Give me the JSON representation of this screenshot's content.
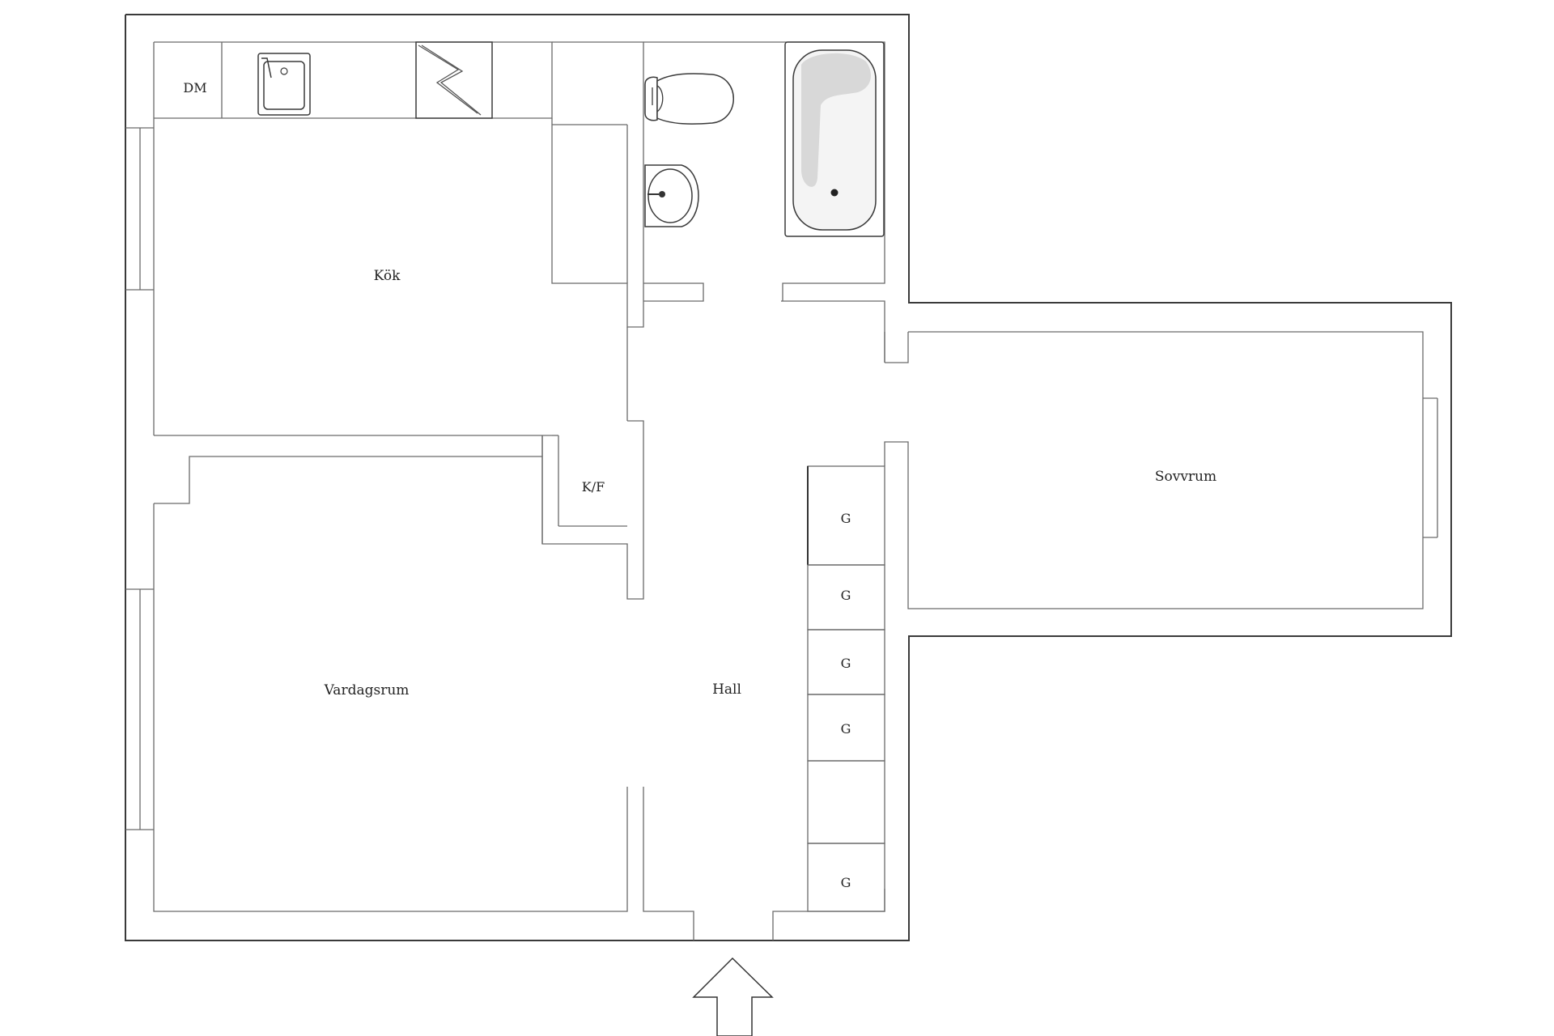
{
  "rooms": {
    "kitchen": "Kök",
    "living_room": "Vardagsrum",
    "hall": "Hall",
    "bedroom": "Sovvrum",
    "dishwasher": "DM",
    "fridge_freezer": "K/F"
  },
  "wardrobes": [
    "G",
    "G",
    "G",
    "G",
    "G"
  ],
  "icons": {
    "sink": "kitchen-sink-icon",
    "stove": "stove-icon",
    "toilet": "toilet-icon",
    "washbasin": "washbasin-icon",
    "bathtub": "bathtub-icon",
    "entrance": "entrance-arrow-icon"
  }
}
